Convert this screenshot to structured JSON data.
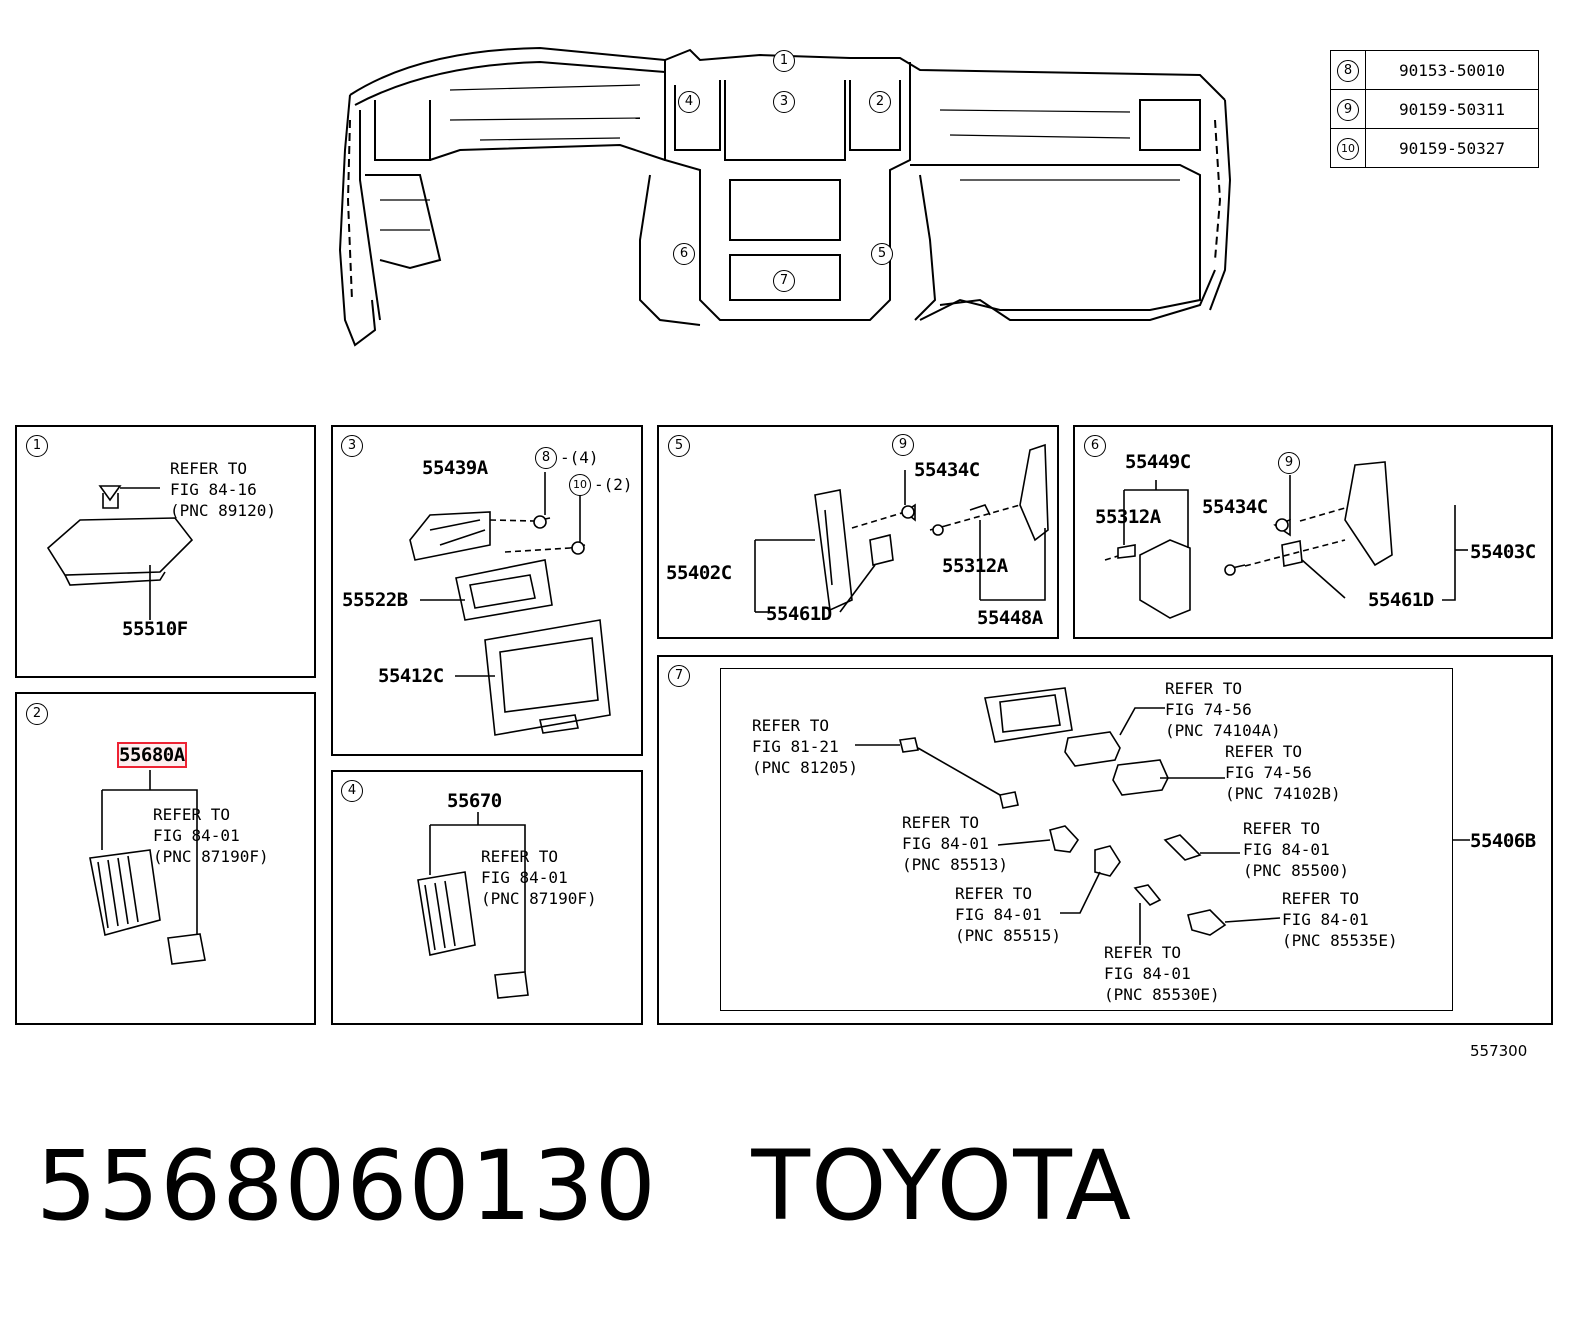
{
  "fastener_table": [
    {
      "ref": "8",
      "part": "90153-50010"
    },
    {
      "ref": "9",
      "part": "90159-50311"
    },
    {
      "ref": "10",
      "part": "90159-50327"
    }
  ],
  "overview_callouts": [
    "1",
    "2",
    "3",
    "4",
    "5",
    "6",
    "7"
  ],
  "panels": {
    "p1": {
      "num": "1",
      "ref_text": "REFER TO\nFIG 84-16\n(PNC 89120)",
      "part": "55510F"
    },
    "p2": {
      "num": "2",
      "highlight_part": "55680A",
      "ref_text": "REFER TO\nFIG 84-01\n(PNC 87190F)"
    },
    "p3": {
      "num": "3",
      "parts": [
        "55439A",
        "55522B",
        "55412C"
      ],
      "fastener8": "8",
      "fastener8_qty": "-(4)",
      "fastener10": "10",
      "fastener10_qty": "-(2)"
    },
    "p4": {
      "num": "4",
      "part": "55670",
      "ref_text": "REFER TO\nFIG 84-01\n(PNC 87190F)"
    },
    "p5": {
      "num": "5",
      "fastener": "9",
      "parts": [
        "55434C",
        "55312A",
        "55402C",
        "55461D",
        "55448A"
      ]
    },
    "p6": {
      "num": "6",
      "fastener": "9",
      "parts": [
        "55449C",
        "55312A",
        "55434C",
        "55403C",
        "55461D"
      ]
    },
    "p7": {
      "num": "7",
      "part": "55406B",
      "refs": [
        "REFER TO\nFIG 74-56\n(PNC 74104A)",
        "REFER TO\nFIG 74-56\n(PNC 74102B)",
        "REFER TO\nFIG 81-21\n(PNC 81205)",
        "REFER TO\nFIG 84-01\n(PNC 85513)",
        "REFER TO\nFIG 84-01\n(PNC 85500)",
        "REFER TO\nFIG 84-01\n(PNC 85515)",
        "REFER TO\nFIG 84-01\n(PNC 85535E)",
        "REFER TO\nFIG 84-01\n(PNC 85530E)"
      ]
    }
  },
  "diagram_id": "557300",
  "footer": {
    "part_number": "5568060130",
    "brand": "TOYOTA"
  }
}
